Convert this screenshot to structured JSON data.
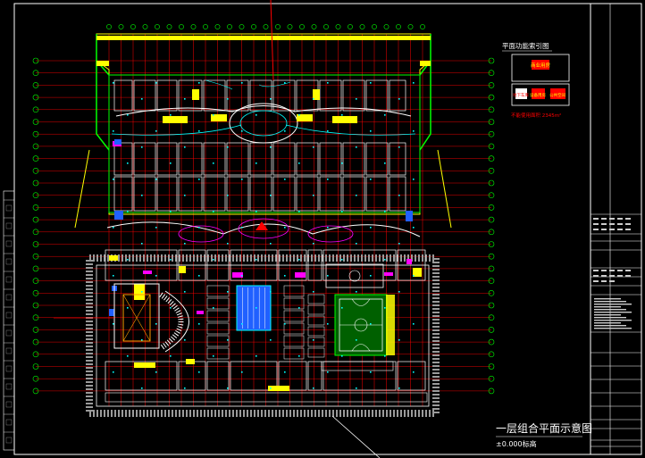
{
  "legend": {
    "title": "平面功能索引图",
    "box_top_label": "商业用房",
    "box_row": [
      "地下车库",
      "设备用房",
      "公共空间"
    ],
    "bottom_label": "不能使用面积  2345m²"
  },
  "drawing": {
    "title": "一层组合平面示意图",
    "subtitle": "±0.000标高"
  },
  "colors": {
    "background": "#000000",
    "grid_red": "#ff0000",
    "wall_white": "#ffffff",
    "outline_green": "#00ff00",
    "outline_yellow": "#ffff00",
    "cyan": "#00ffff",
    "blue": "#4080ff",
    "magenta": "#ff00ff",
    "hatch": "#808080",
    "frame_white": "#ffffff"
  }
}
